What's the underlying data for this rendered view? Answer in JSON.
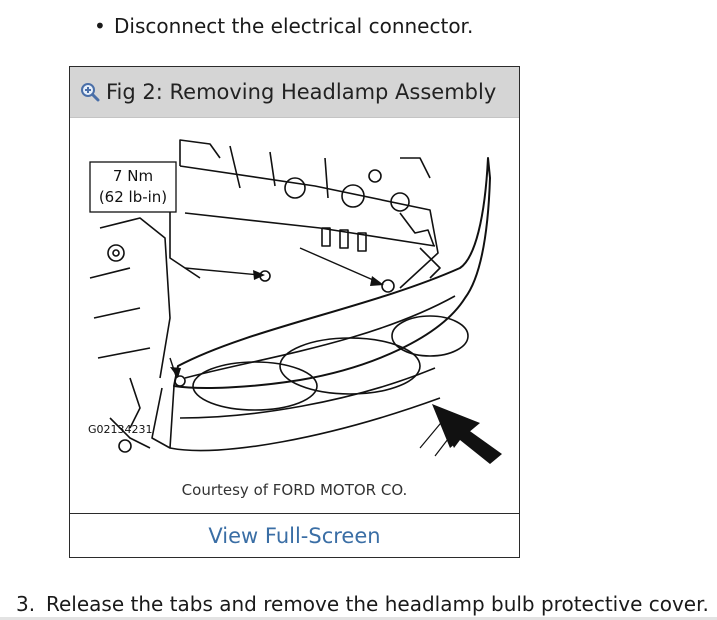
{
  "steps": {
    "bullet_marker": "•",
    "bullet_text": "Disconnect the electrical connector.",
    "next_step_number": "3.",
    "next_step_text": "Release the tabs and remove the headlamp bulb protective cover."
  },
  "figure": {
    "title": "Fig 2: Removing Headlamp Assembly",
    "torque_label_line1": "7 Nm",
    "torque_label_line2": "(62 lb-in)",
    "image_code": "G02134231",
    "credit": "Courtesy of FORD MOTOR CO.",
    "fullscreen_link": "View Full-Screen"
  },
  "colors": {
    "link": "#3a6ea5",
    "header_bg": "#d5d5d5"
  },
  "icons": {
    "zoom": "zoom-in-icon"
  }
}
